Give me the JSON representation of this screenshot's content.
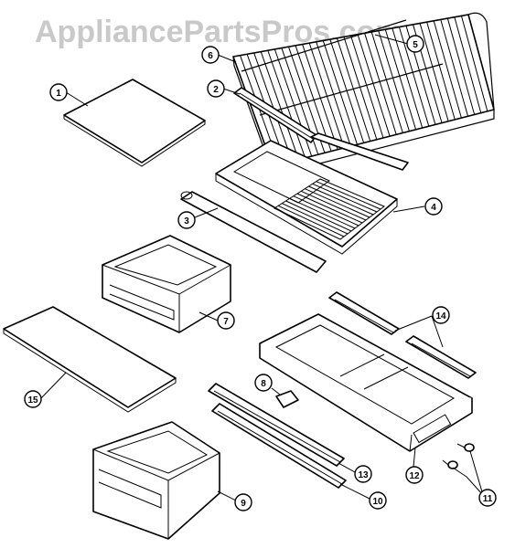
{
  "watermark": "AppliancePartsPros.com",
  "callouts": [
    {
      "id": "callout-1",
      "label": "1"
    },
    {
      "id": "callout-2",
      "label": "2"
    },
    {
      "id": "callout-3",
      "label": "3"
    },
    {
      "id": "callout-4",
      "label": "4"
    },
    {
      "id": "callout-5",
      "label": "5"
    },
    {
      "id": "callout-6",
      "label": "6"
    },
    {
      "id": "callout-7",
      "label": "7"
    },
    {
      "id": "callout-8",
      "label": "8"
    },
    {
      "id": "callout-9",
      "label": "9"
    },
    {
      "id": "callout-10",
      "label": "10"
    },
    {
      "id": "callout-11",
      "label": "11"
    },
    {
      "id": "callout-12",
      "label": "12"
    },
    {
      "id": "callout-13",
      "label": "13"
    },
    {
      "id": "callout-14",
      "label": "14"
    },
    {
      "id": "callout-15",
      "label": "15"
    }
  ]
}
